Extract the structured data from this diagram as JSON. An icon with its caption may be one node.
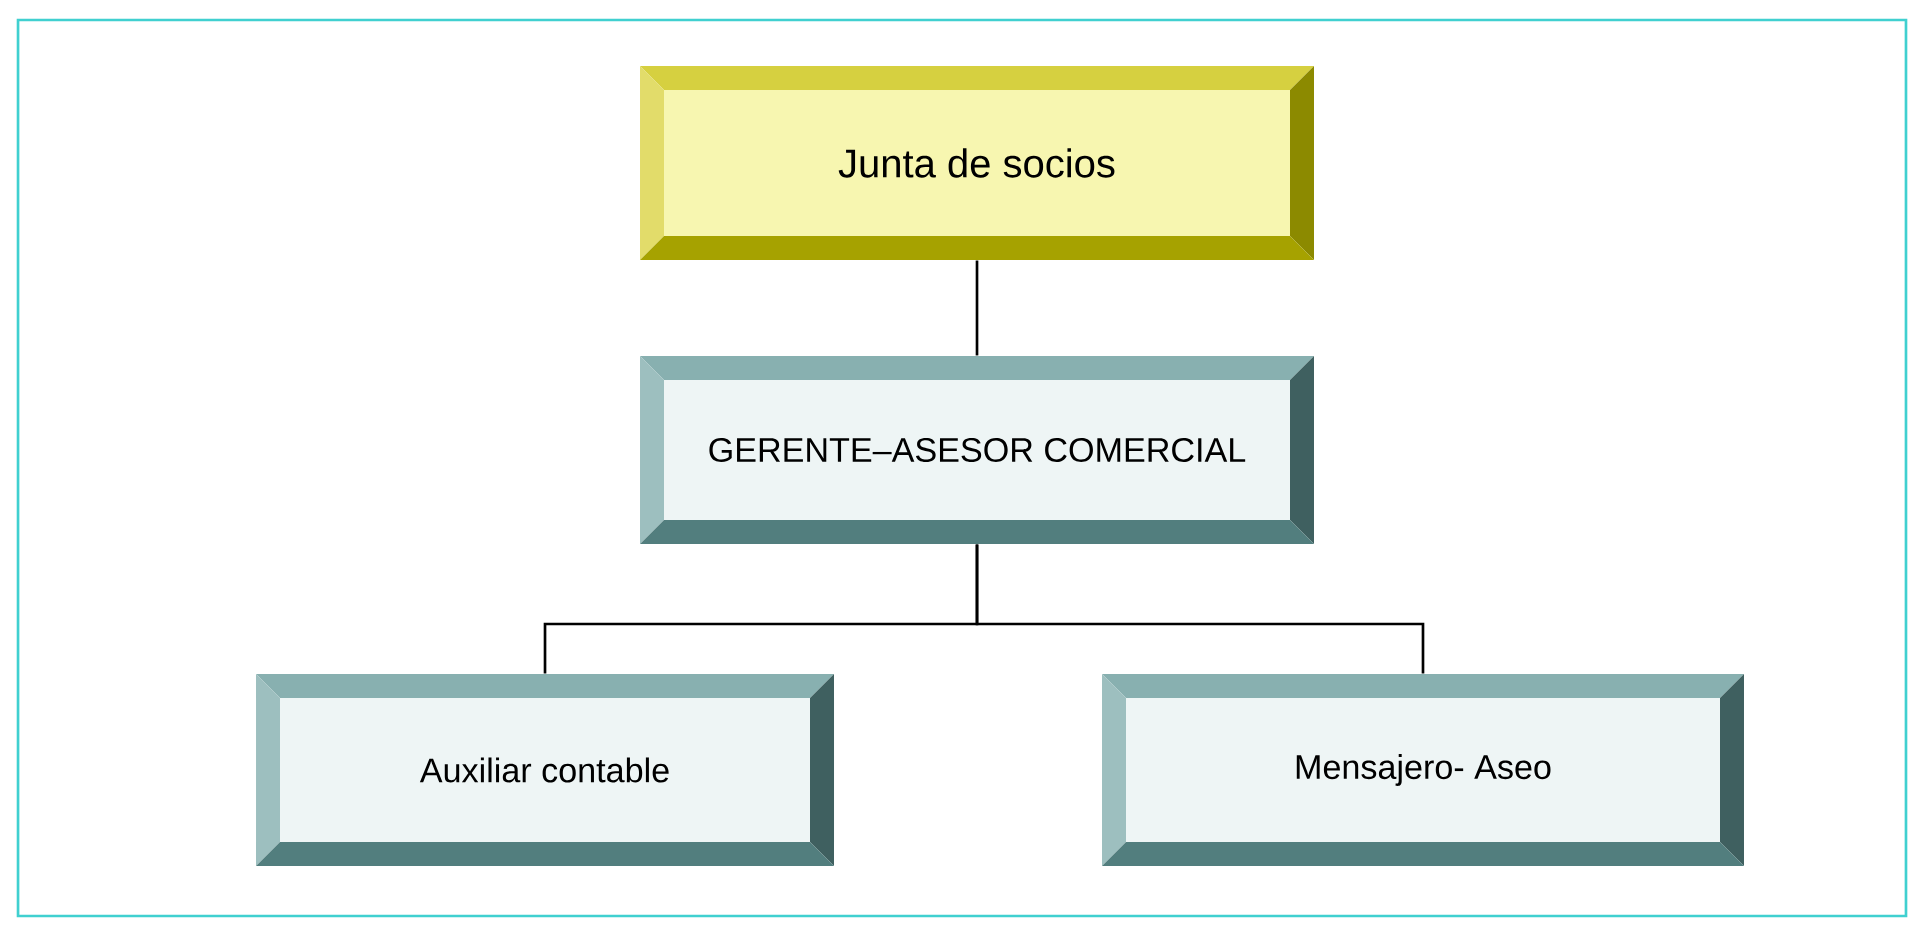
{
  "diagram": {
    "nodes": [
      {
        "text": [
          "Junta de socios"
        ]
      },
      {
        "text": [
          "GERENTE–ASESOR COMERCIAL"
        ]
      },
      {
        "text": [
          "Auxiliar contable"
        ]
      },
      {
        "text": [
          "Mensajero- Aseo"
        ]
      }
    ],
    "edges": [
      {
        "from": 0,
        "to": 1,
        "arrow": "none"
      },
      {
        "from": 1,
        "to": 2,
        "arrow": "none"
      },
      {
        "from": 1,
        "to": 3,
        "arrow": "none"
      }
    ]
  }
}
